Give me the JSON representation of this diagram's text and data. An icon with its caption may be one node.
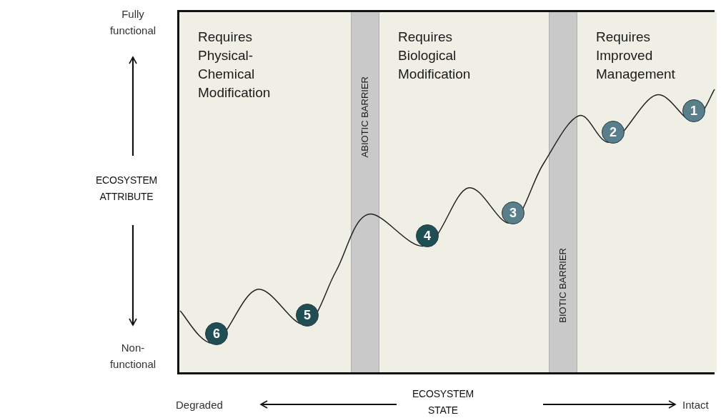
{
  "diagram": {
    "nodes": [
      {
        "text": [
          "Requires Physical-Chemical Modification"
        ]
      },
      {
        "text": [
          "ABIOTIC BARRIER"
        ]
      },
      {
        "text": [
          "Requires Biological Modification"
        ]
      },
      {
        "text": [
          "BIOTIC BARRIER"
        ]
      },
      {
        "text": [
          "Requires Improved Management"
        ]
      },
      {
        "text": [
          "1"
        ],
        "in": 4
      },
      {
        "text": [
          "2"
        ],
        "in": 4
      },
      {
        "text": [
          "3"
        ],
        "in": 2
      },
      {
        "text": [
          "4"
        ],
        "in": 2
      },
      {
        "text": [
          "5"
        ],
        "in": 0
      },
      {
        "text": [
          "6"
        ],
        "in": 0
      }
    ],
    "labels": [
      "Fully functional",
      "ECOSYSTEM ATTRIBUTE",
      "Non-functional",
      "Degraded",
      "ECOSYSTEM STATE",
      "Intact"
    ]
  }
}
